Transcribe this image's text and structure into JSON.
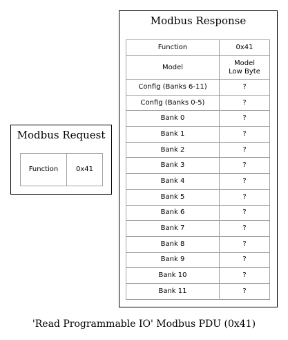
{
  "request": {
    "title": "Modbus Request",
    "fields": [
      {
        "name": "Function",
        "value": "0x41"
      }
    ]
  },
  "response": {
    "title": "Modbus Response",
    "fields": [
      {
        "name": "Function",
        "value": "0x41"
      },
      {
        "name": "Model",
        "value": "Model\nLow Byte"
      },
      {
        "name": "Config (Banks 6-11)",
        "value": "?"
      },
      {
        "name": "Config (Banks 0-5)",
        "value": "?"
      },
      {
        "name": "Bank 0",
        "value": "?"
      },
      {
        "name": "Bank 1",
        "value": "?"
      },
      {
        "name": "Bank 2",
        "value": "?"
      },
      {
        "name": "Bank 3",
        "value": "?"
      },
      {
        "name": "Bank 4",
        "value": "?"
      },
      {
        "name": "Bank 5",
        "value": "?"
      },
      {
        "name": "Bank 6",
        "value": "?"
      },
      {
        "name": "Bank 7",
        "value": "?"
      },
      {
        "name": "Bank 8",
        "value": "?"
      },
      {
        "name": "Bank 9",
        "value": "?"
      },
      {
        "name": "Bank 10",
        "value": "?"
      },
      {
        "name": "Bank 11",
        "value": "?"
      }
    ]
  },
  "caption": "'Read Programmable IO' Modbus PDU (0x41)"
}
